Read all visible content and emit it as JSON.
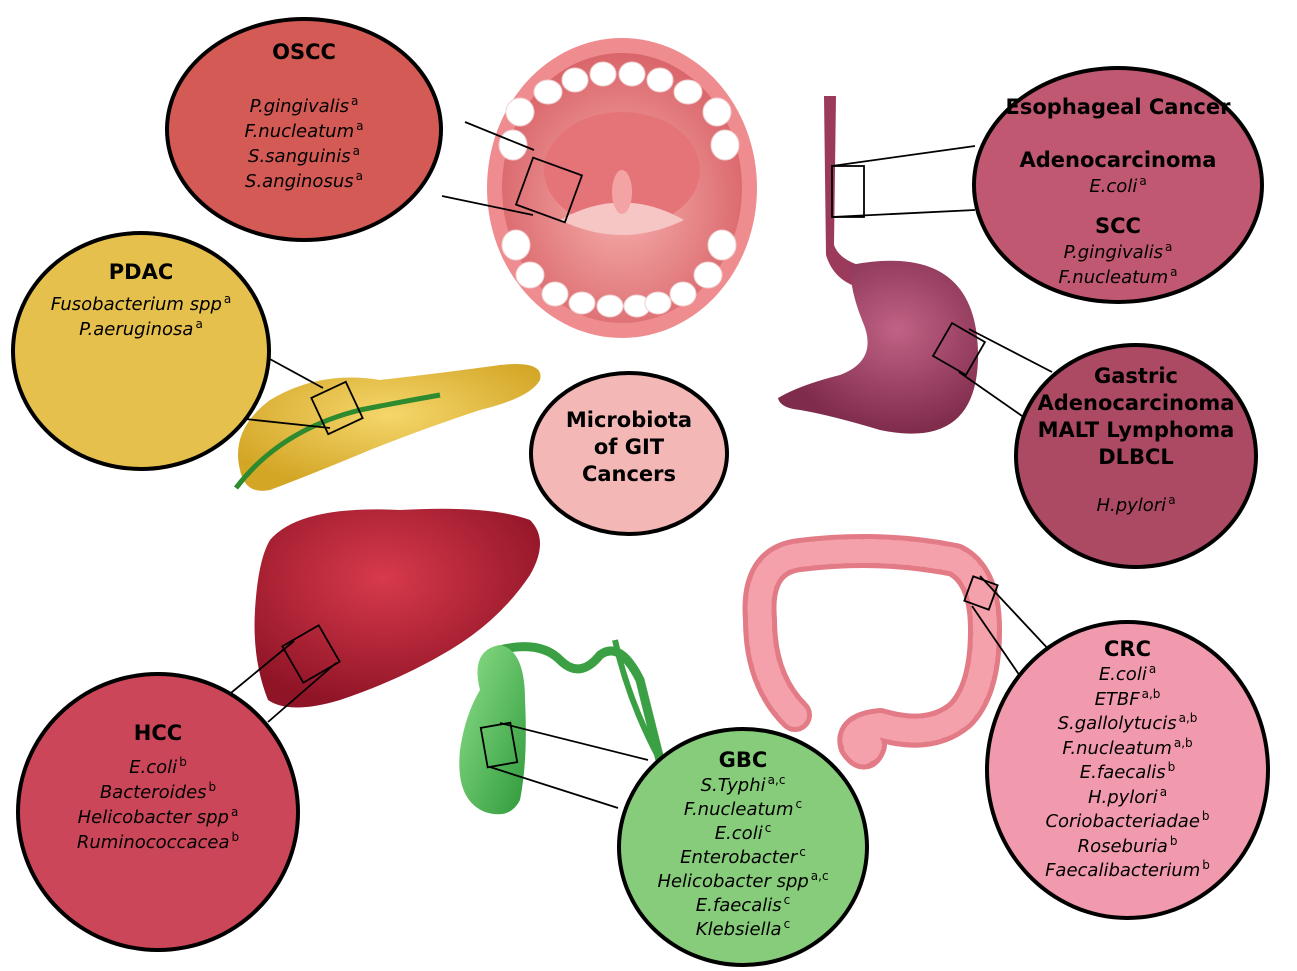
{
  "colors": {
    "oscc": "#d35a55",
    "pdac": "#e6c04c",
    "esophageal": "#bf5870",
    "gastric": "#ad4a63",
    "center": "#f3b8b6",
    "hcc": "#cc4659",
    "gbc": "#87cc7a",
    "crc": "#f19aae"
  },
  "center": {
    "lines": [
      "Microbiota",
      "of GIT",
      "Cancers"
    ]
  },
  "oscc": {
    "title": "OSCC",
    "items": [
      {
        "name": "P.gingivalis",
        "sup": "a"
      },
      {
        "name": "F.nucleatum",
        "sup": "a"
      },
      {
        "name": "S.sanguinis",
        "sup": "a"
      },
      {
        "name": "S.anginosus",
        "sup": "a"
      }
    ]
  },
  "pdac": {
    "title": "PDAC",
    "items": [
      {
        "name": "Fusobacterium spp",
        "sup": "a"
      },
      {
        "name": "P.aeruginosa",
        "sup": "a"
      }
    ]
  },
  "esophageal": {
    "title": "Esophageal Cancer",
    "adeno_label": "Adenocarcinoma",
    "adeno_items": [
      {
        "name": "E.coli",
        "sup": "a"
      }
    ],
    "scc_label": "SCC",
    "scc_items": [
      {
        "name": "P.gingivalis",
        "sup": "a"
      },
      {
        "name": "F.nucleatum",
        "sup": "a"
      }
    ]
  },
  "gastric": {
    "titles": [
      "Gastric",
      "Adenocarcinoma",
      "MALT Lymphoma",
      "DLBCL"
    ],
    "items": [
      {
        "name": "H.pylori",
        "sup": "a"
      }
    ]
  },
  "hcc": {
    "title": "HCC",
    "items": [
      {
        "name": "E.coli",
        "sup": "b"
      },
      {
        "name": "Bacteroides",
        "sup": "b"
      },
      {
        "name": "Helicobacter spp",
        "sup": "a"
      },
      {
        "name": "Ruminococcacea",
        "sup": "b"
      }
    ]
  },
  "gbc": {
    "title": "GBC",
    "items": [
      {
        "name": "S.Typhi",
        "sup": "a,c"
      },
      {
        "name": "F.nucleatum",
        "sup": "c"
      },
      {
        "name": "E.coli",
        "sup": "c"
      },
      {
        "name": "Enterobacter",
        "sup": "c"
      },
      {
        "name": "Helicobacter spp",
        "sup": "a,c"
      },
      {
        "name": "E.faecalis",
        "sup": "c"
      },
      {
        "name": "Klebsiella",
        "sup": "c"
      }
    ]
  },
  "crc": {
    "title": "CRC",
    "items": [
      {
        "name": "E.coli",
        "sup": "a"
      },
      {
        "name": "ETBF",
        "sup": "a,b"
      },
      {
        "name": "S.gallolytucis",
        "sup": "a,b"
      },
      {
        "name": "F.nucleatum",
        "sup": "a,b"
      },
      {
        "name": "E.faecalis",
        "sup": "b"
      },
      {
        "name": "H.pylori",
        "sup": "a"
      },
      {
        "name": "Coriobacteriadae",
        "sup": "b"
      },
      {
        "name": "Roseburia",
        "sup": "b"
      },
      {
        "name": "Faecalibacterium",
        "sup": "b"
      }
    ]
  }
}
